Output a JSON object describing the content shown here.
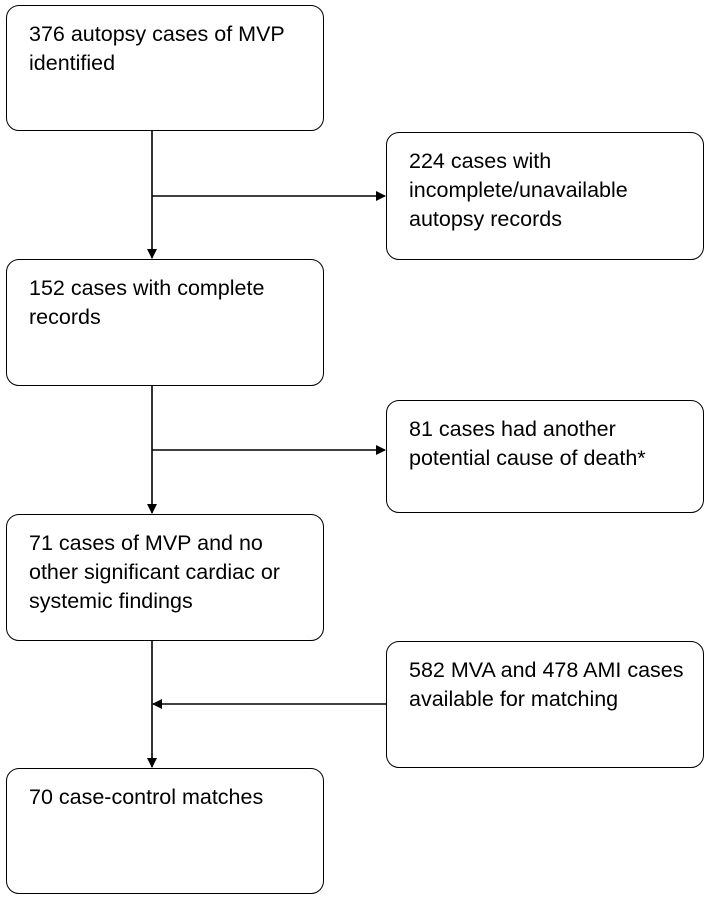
{
  "flowchart": {
    "main_steps": [
      "376 autopsy cases of MVP identified",
      "152 cases with complete records",
      "71 cases of MVP and no other significant cardiac or systemic findings",
      "70 case-control matches"
    ],
    "exclusions": [
      "224 cases with incomplete/unavailable autopsy records",
      "81 cases had another potential cause of death*"
    ],
    "matching_input": "582 MVA and 478 AMI cases available for matching"
  }
}
